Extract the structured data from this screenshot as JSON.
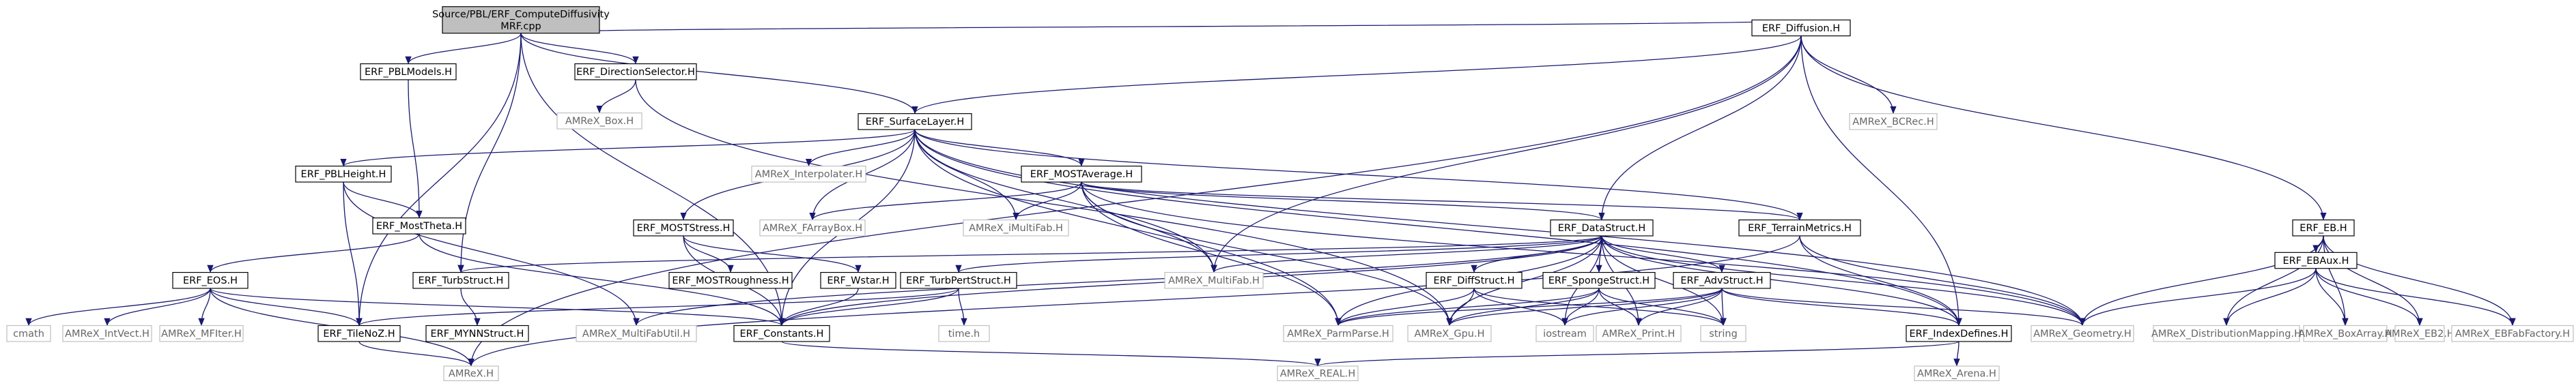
{
  "diagram": {
    "colors": {
      "root_fill": "#bfbfbf",
      "root_stroke": "#000000",
      "local_fill": "#ffffff",
      "local_stroke": "#000000",
      "local_text": "#000000",
      "system_stroke": "#bfbfbf",
      "system_text": "#666666",
      "edge": "#191970"
    },
    "nodes": [
      {
        "id": "root",
        "label": "Source/PBL/ERF_ComputeDiffusivity",
        "label2": "MRF.cpp",
        "kind": "root"
      },
      {
        "id": "pblmodels",
        "label": "ERF_PBLModels.H",
        "kind": "local"
      },
      {
        "id": "dirsel",
        "label": "ERF_DirectionSelector.H",
        "kind": "local"
      },
      {
        "id": "diffusion",
        "label": "ERF_Diffusion.H",
        "kind": "local"
      },
      {
        "id": "amrexbox",
        "label": "AMReX_Box.H",
        "kind": "system"
      },
      {
        "id": "surflayer",
        "label": "ERF_SurfaceLayer.H",
        "kind": "local"
      },
      {
        "id": "bcrec",
        "label": "AMReX_BCRec.H",
        "kind": "system"
      },
      {
        "id": "pblheight",
        "label": "ERF_PBLHeight.H",
        "kind": "local"
      },
      {
        "id": "interp",
        "label": "AMReX_Interpolater.H",
        "kind": "system"
      },
      {
        "id": "mostavg",
        "label": "ERF_MOSTAverage.H",
        "kind": "local"
      },
      {
        "id": "eb",
        "label": "ERF_EB.H",
        "kind": "local"
      },
      {
        "id": "mosttheta",
        "label": "ERF_MostTheta.H",
        "kind": "local"
      },
      {
        "id": "moststress",
        "label": "ERF_MOSTStress.H",
        "kind": "local"
      },
      {
        "id": "farraybox",
        "label": "AMReX_FArrayBox.H",
        "kind": "system"
      },
      {
        "id": "imultifab",
        "label": "AMReX_iMultiFab.H",
        "kind": "system"
      },
      {
        "id": "datastruct",
        "label": "ERF_DataStruct.H",
        "kind": "local"
      },
      {
        "id": "terrain",
        "label": "ERF_TerrainMetrics.H",
        "kind": "local"
      },
      {
        "id": "ebaux",
        "label": "ERF_EBAux.H",
        "kind": "local"
      },
      {
        "id": "eos",
        "label": "ERF_EOS.H",
        "kind": "local"
      },
      {
        "id": "turbstruct",
        "label": "ERF_TurbStruct.H",
        "kind": "local"
      },
      {
        "id": "mostrough",
        "label": "ERF_MOSTRoughness.H",
        "kind": "local"
      },
      {
        "id": "wstar",
        "label": "ERF_Wstar.H",
        "kind": "local"
      },
      {
        "id": "turbpert",
        "label": "ERF_TurbPertStruct.H",
        "kind": "local"
      },
      {
        "id": "multifab",
        "label": "AMReX_MultiFab.H",
        "kind": "system"
      },
      {
        "id": "diffstruct",
        "label": "ERF_DiffStruct.H",
        "kind": "local"
      },
      {
        "id": "spongestruct",
        "label": "ERF_SpongeStruct.H",
        "kind": "local"
      },
      {
        "id": "advstruct",
        "label": "ERF_AdvStruct.H",
        "kind": "local"
      },
      {
        "id": "cmath",
        "label": "cmath",
        "kind": "system"
      },
      {
        "id": "intvect",
        "label": "AMReX_IntVect.H",
        "kind": "system"
      },
      {
        "id": "mffilter",
        "label": "AMReX_MFIter.H",
        "kind": "system"
      },
      {
        "id": "tilenoz",
        "label": "ERF_TileNoZ.H",
        "kind": "local"
      },
      {
        "id": "mynnstruct",
        "label": "ERF_MYNNStruct.H",
        "kind": "local"
      },
      {
        "id": "multifabutil",
        "label": "AMReX_MultiFabUtil.H",
        "kind": "system"
      },
      {
        "id": "constants",
        "label": "ERF_Constants.H",
        "kind": "local"
      },
      {
        "id": "timeh",
        "label": "time.h",
        "kind": "system"
      },
      {
        "id": "parmparse",
        "label": "AMReX_ParmParse.H",
        "kind": "system"
      },
      {
        "id": "gpu",
        "label": "AMReX_Gpu.H",
        "kind": "system"
      },
      {
        "id": "iostream",
        "label": "iostream",
        "kind": "system"
      },
      {
        "id": "print",
        "label": "AMReX_Print.H",
        "kind": "system"
      },
      {
        "id": "string",
        "label": "string",
        "kind": "system"
      },
      {
        "id": "indexdefines",
        "label": "ERF_IndexDefines.H",
        "kind": "local"
      },
      {
        "id": "geometry",
        "label": "AMReX_Geometry.H",
        "kind": "system"
      },
      {
        "id": "distmap",
        "label": "AMReX_DistributionMapping.H",
        "kind": "system"
      },
      {
        "id": "boxarray",
        "label": "AMReX_BoxArray.H",
        "kind": "system"
      },
      {
        "id": "eb2",
        "label": "AMReX_EB2.H",
        "kind": "system"
      },
      {
        "id": "ebfabfactory",
        "label": "AMReX_EBFabFactory.H",
        "kind": "system"
      },
      {
        "id": "amrexh",
        "label": "AMReX.H",
        "kind": "system"
      },
      {
        "id": "real",
        "label": "AMReX_REAL.H",
        "kind": "system"
      },
      {
        "id": "arena",
        "label": "AMReX_Arena.H",
        "kind": "system"
      }
    ],
    "edges": [
      [
        "root",
        "pblmodels"
      ],
      [
        "root",
        "dirsel"
      ],
      [
        "root",
        "diffusion"
      ],
      [
        "root",
        "surflayer"
      ],
      [
        "root",
        "turbstruct"
      ],
      [
        "root",
        "tilenoz"
      ],
      [
        "root",
        "constants"
      ],
      [
        "pblmodels",
        "mosttheta"
      ],
      [
        "dirsel",
        "amrexbox"
      ],
      [
        "dirsel",
        "gpu"
      ],
      [
        "diffusion",
        "surflayer"
      ],
      [
        "diffusion",
        "bcrec"
      ],
      [
        "diffusion",
        "eb"
      ],
      [
        "diffusion",
        "datastruct"
      ],
      [
        "diffusion",
        "indexdefines"
      ],
      [
        "diffusion",
        "multifab"
      ],
      [
        "diffusion",
        "amrexh"
      ],
      [
        "surflayer",
        "pblheight"
      ],
      [
        "surflayer",
        "interp"
      ],
      [
        "surflayer",
        "mostavg"
      ],
      [
        "surflayer",
        "moststress"
      ],
      [
        "surflayer",
        "farraybox"
      ],
      [
        "surflayer",
        "imultifab"
      ],
      [
        "surflayer",
        "multifab"
      ],
      [
        "surflayer",
        "terrain"
      ],
      [
        "surflayer",
        "constants"
      ],
      [
        "surflayer",
        "parmparse"
      ],
      [
        "surflayer",
        "geometry"
      ],
      [
        "surflayer",
        "indexdefines"
      ],
      [
        "pblheight",
        "mosttheta"
      ],
      [
        "pblheight",
        "tilenoz"
      ],
      [
        "pblheight",
        "multifabutil"
      ],
      [
        "mostavg",
        "farraybox"
      ],
      [
        "mostavg",
        "imultifab"
      ],
      [
        "mostavg",
        "multifab"
      ],
      [
        "mostavg",
        "datastruct"
      ],
      [
        "mostavg",
        "terrain"
      ],
      [
        "mostavg",
        "parmparse"
      ],
      [
        "mostavg",
        "gpu"
      ],
      [
        "mostavg",
        "geometry"
      ],
      [
        "mosttheta",
        "eos"
      ],
      [
        "mosttheta",
        "constants"
      ],
      [
        "moststress",
        "mostrough"
      ],
      [
        "moststress",
        "wstar"
      ],
      [
        "moststress",
        "constants"
      ],
      [
        "datastruct",
        "turbstruct"
      ],
      [
        "datastruct",
        "turbpert"
      ],
      [
        "datastruct",
        "multifab"
      ],
      [
        "datastruct",
        "diffstruct"
      ],
      [
        "datastruct",
        "spongestruct"
      ],
      [
        "datastruct",
        "advstruct"
      ],
      [
        "datastruct",
        "constants"
      ],
      [
        "datastruct",
        "parmparse"
      ],
      [
        "datastruct",
        "gpu"
      ],
      [
        "datastruct",
        "iostream"
      ],
      [
        "datastruct",
        "print"
      ],
      [
        "datastruct",
        "string"
      ],
      [
        "datastruct",
        "indexdefines"
      ],
      [
        "datastruct",
        "geometry"
      ],
      [
        "datastruct",
        "multifabutil"
      ],
      [
        "terrain",
        "indexdefines"
      ],
      [
        "terrain",
        "geometry"
      ],
      [
        "terrain",
        "amrexh"
      ],
      [
        "eb",
        "ebaux"
      ],
      [
        "eb",
        "geometry"
      ],
      [
        "eb",
        "distmap"
      ],
      [
        "eb",
        "boxarray"
      ],
      [
        "eb",
        "eb2"
      ],
      [
        "eb",
        "ebfabfactory"
      ],
      [
        "ebaux",
        "geometry"
      ],
      [
        "ebaux",
        "distmap"
      ],
      [
        "ebaux",
        "boxarray"
      ],
      [
        "ebaux",
        "eb2"
      ],
      [
        "ebaux",
        "ebfabfactory"
      ],
      [
        "eos",
        "cmath"
      ],
      [
        "eos",
        "intvect"
      ],
      [
        "eos",
        "mffilter"
      ],
      [
        "eos",
        "tilenoz"
      ],
      [
        "eos",
        "constants"
      ],
      [
        "eos",
        "amrexh"
      ],
      [
        "turbstruct",
        "mynnstruct"
      ],
      [
        "wstar",
        "constants"
      ],
      [
        "turbpert",
        "timeh"
      ],
      [
        "turbpert",
        "constants"
      ],
      [
        "turbpert",
        "tilenoz"
      ],
      [
        "diffstruct",
        "parmparse"
      ],
      [
        "diffstruct",
        "gpu"
      ],
      [
        "diffstruct",
        "iostream"
      ],
      [
        "diffstruct",
        "string"
      ],
      [
        "spongestruct",
        "parmparse"
      ],
      [
        "spongestruct",
        "gpu"
      ],
      [
        "spongestruct",
        "iostream"
      ],
      [
        "spongestruct",
        "print"
      ],
      [
        "spongestruct",
        "string"
      ],
      [
        "advstruct",
        "parmparse"
      ],
      [
        "advstruct",
        "gpu"
      ],
      [
        "advstruct",
        "iostream"
      ],
      [
        "advstruct",
        "print"
      ],
      [
        "advstruct",
        "string"
      ],
      [
        "advstruct",
        "indexdefines"
      ],
      [
        "advstruct",
        "geometry"
      ],
      [
        "constants",
        "real"
      ],
      [
        "indexdefines",
        "real"
      ],
      [
        "indexdefines",
        "arena"
      ],
      [
        "tilenoz",
        "amrexh"
      ]
    ]
  }
}
